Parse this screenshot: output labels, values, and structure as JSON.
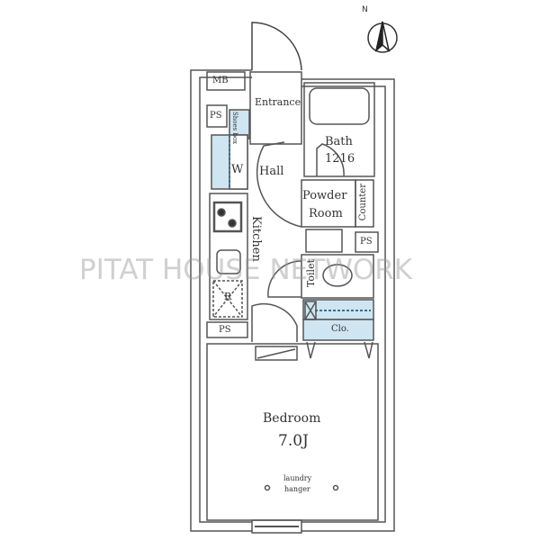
{
  "compass": {
    "north_label": "N"
  },
  "rooms": {
    "mb": "MB",
    "ps_top": "PS",
    "shoes_box": "Shoes box",
    "entrance": "Entrance",
    "w_closet": "W",
    "hall": "Hall",
    "bath": "Bath",
    "bath_size": "1216",
    "powder_room_1": "Powder",
    "powder_room_2": "Room",
    "counter": "Counter",
    "ps_mid": "PS",
    "kitchen": "Kitchen",
    "toilet": "Toilet",
    "refrigerator": "R",
    "ps_bottom": "PS",
    "closet": "Clo.",
    "bedroom": "Bedroom",
    "bedroom_size": "7.0J",
    "laundry_hanger_1": "laundry",
    "laundry_hanger_2": "hanger"
  },
  "watermark": "PITAT HOUSE NETWORK",
  "colors": {
    "fixture_blue": "#cfe6f2",
    "wall": "#555555"
  }
}
